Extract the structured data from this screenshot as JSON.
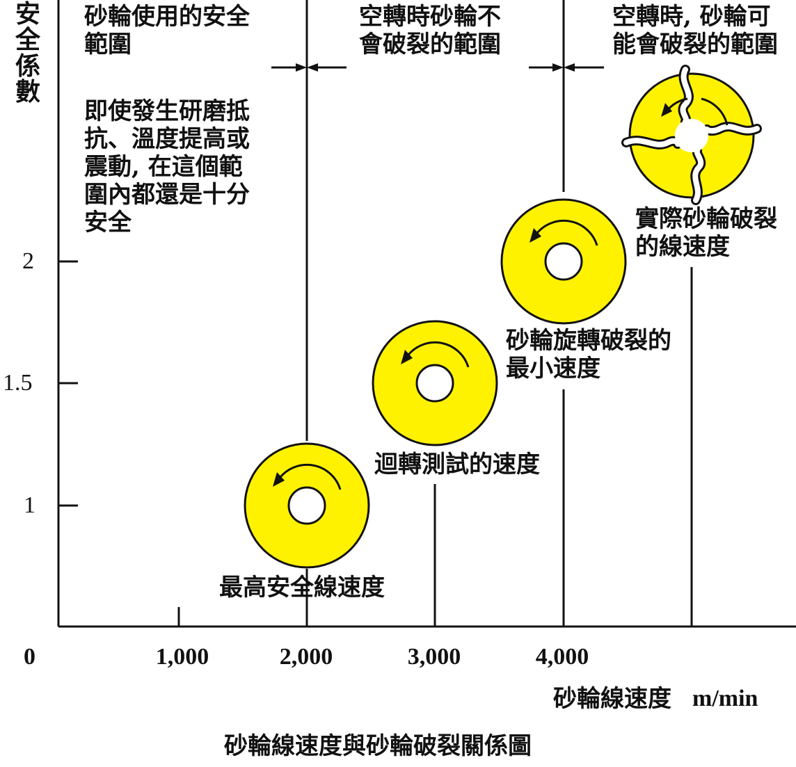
{
  "axes": {
    "y_label": "安全係數",
    "y_ticks": [
      "2",
      "1.5",
      "1"
    ],
    "origin": "0",
    "x_ticks": [
      "1,000",
      "2,000",
      "3,000",
      "4,000"
    ],
    "x_label": "砂輪線速度",
    "x_unit": "m/min"
  },
  "regions": {
    "safe_range": "砂輪使用的安全\n範圍",
    "safe_desc": "即使發生研磨抵\n抗、溫度提高或\n震動, 在這個範\n圍內都還是十分\n安全",
    "no_break_range": "空轉時砂輪不\n會破裂的範圍",
    "may_break_range": "空轉時, 砂輪可\n能會破裂的範圍"
  },
  "markers": {
    "max_safe_speed": "最高安全線速度",
    "spin_test_speed": "迴轉測試的速度",
    "min_break_speed": "砂輪旋轉破裂的\n最小速度",
    "actual_break_speed": "實際砂輪破裂\n的線速度"
  },
  "caption": "砂輪線速度與砂輪破裂關係圖",
  "colors": {
    "wheel_fill": "#FFF200",
    "line": "#111111"
  }
}
